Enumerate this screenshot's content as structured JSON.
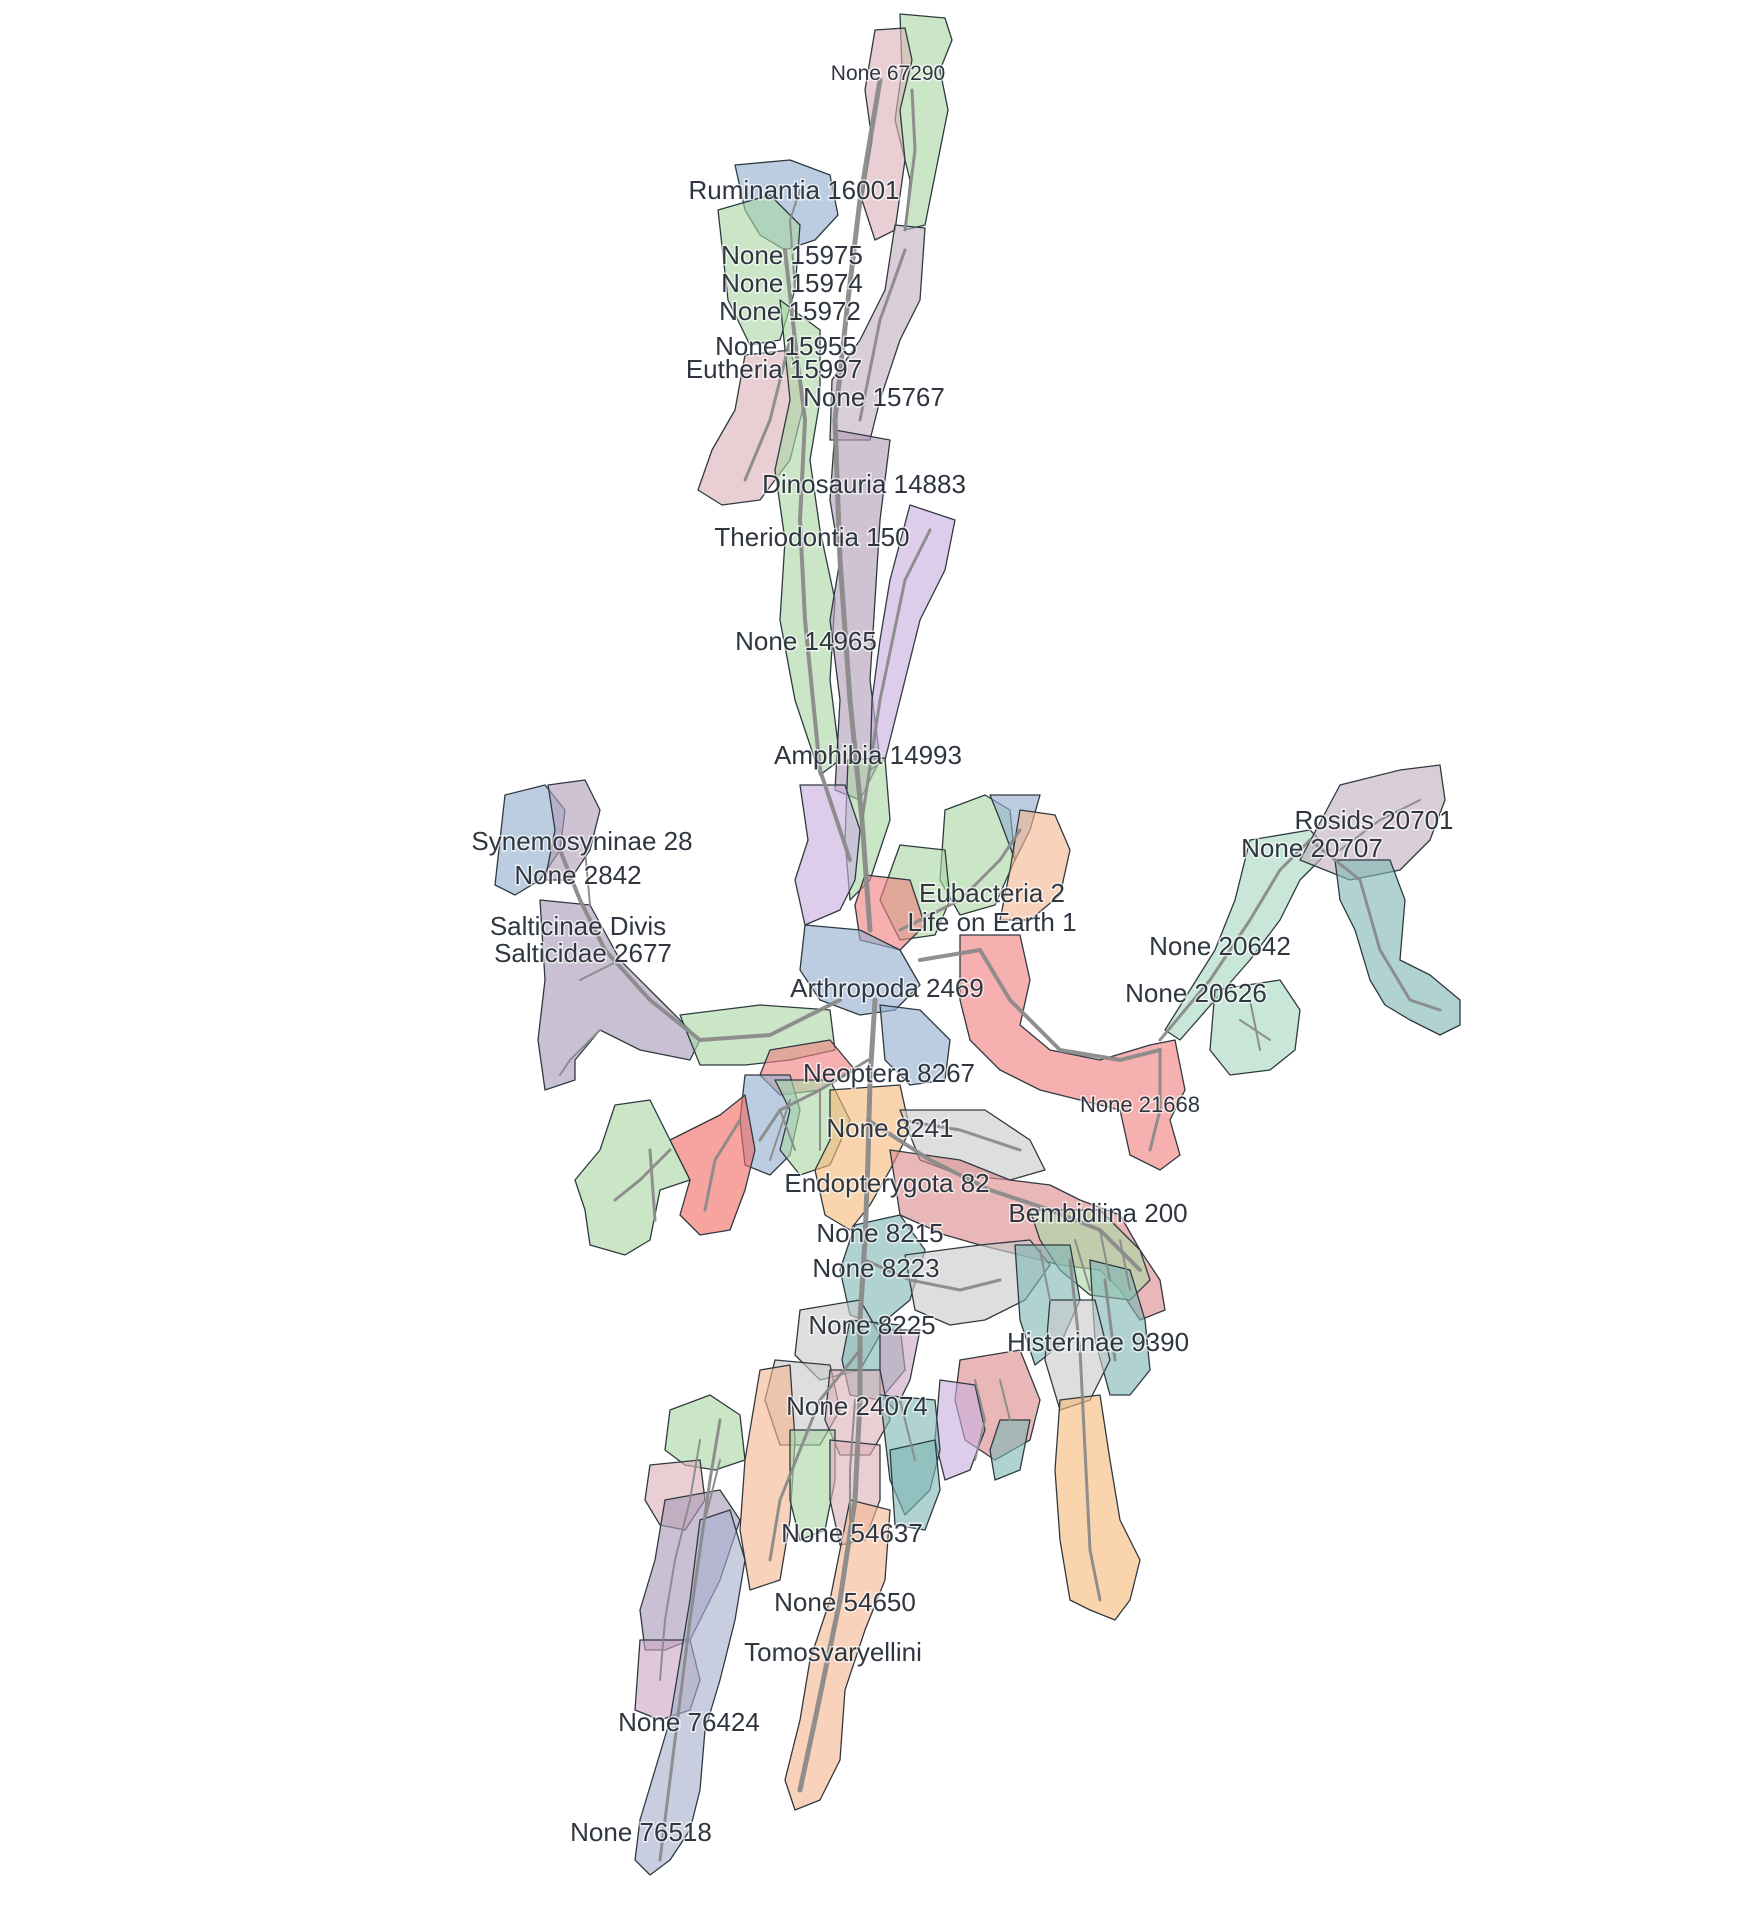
{
  "labels": {
    "n67290": "None 67290",
    "ruminantia": "Ruminantia 16001",
    "n15975": "None 15975",
    "n15974": "None 15974",
    "n15972": "None 15972",
    "n15955": "None 15955",
    "eutheria": "Eutheria 15997",
    "n15767": "None 15767",
    "dinosauria": "Dinosauria 14883",
    "theriodontia": "Theriodontia 150",
    "n14965": "None 14965",
    "amphibia": "Amphibia 14993",
    "synemosyninae": "Synemosyninae 28",
    "n2842": "None 2842",
    "salticinae": "Salticinae Divis",
    "salticidae": "Salticidae 2677",
    "eubacteria": "Eubacteria 2",
    "life": "Life on Earth 1",
    "arthropoda": "Arthropoda 2469",
    "rosids": "Rosids 20701",
    "n20707": "None 20707",
    "n20642": "None 20642",
    "n20626": "None 20626",
    "n21668": "None 21668",
    "neoptera": "Neoptera 8267",
    "n8241": "None 8241",
    "endopterygota": "Endopterygota 82",
    "bembidiina": "Bembidiina 200",
    "n8215": "None 8215",
    "n8223": "None 8223",
    "n8225": "None 8225",
    "histerinae": "Histerinae 9390",
    "n24074": "None 24074",
    "n54637": "None 54637",
    "n54650": "None 54650",
    "tomosvaryellini": "Tomosvaryellini",
    "n76424": "None 76424",
    "n76518": "None 76518"
  },
  "colors": {
    "green": "#a9d7a4",
    "pink": "#dcb1b8",
    "blue": "#93aecf",
    "purple": "#b29cb8",
    "lavender": "#c8aede",
    "peach": "#f3b690",
    "orange": "#f7b97a",
    "red": "#f08080",
    "salmon": "#f26a62",
    "teal": "#7fb7b4",
    "mint": "#a8d9c0",
    "grey": "#c9c9c9",
    "mauve": "#c9a7c4",
    "slate": "#a7aecd",
    "edge": "#2f3a40",
    "branch": "#8a8a8a"
  }
}
